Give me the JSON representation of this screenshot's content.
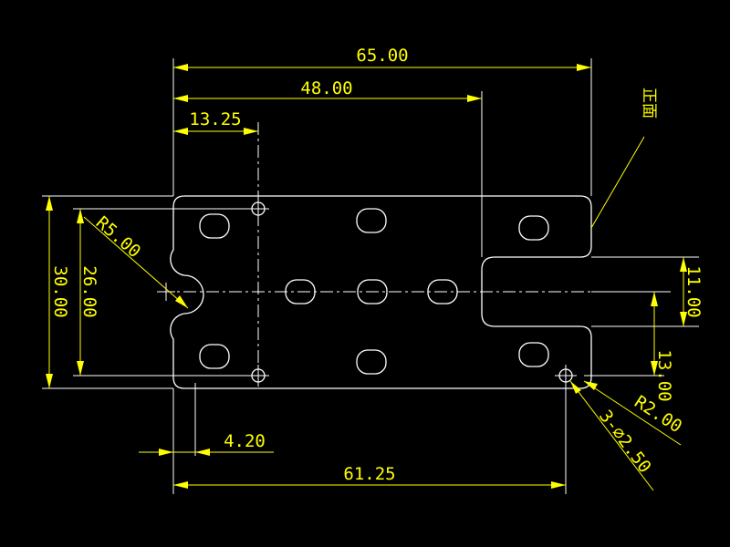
{
  "drawing": {
    "background": "#000000",
    "geometry_color": "#ffffff",
    "dimension_color": "#ffff00",
    "dimensions": {
      "overall_length": "65.00",
      "slot_start": "48.00",
      "first_hole_offset": "13.25",
      "notch_radius": "R5.00",
      "overall_width": "30.00",
      "hole_spacing": "26.00",
      "slot_width": "11.00",
      "slot_offset": "13.00",
      "corner_radius": "R2.00",
      "hole_callout": "3-∅2.50",
      "notch_depth": "4.20",
      "hole_span": "61.25"
    },
    "note": "正面"
  }
}
